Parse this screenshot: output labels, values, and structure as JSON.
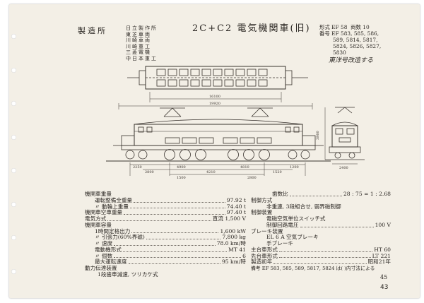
{
  "manufacturer_label": "製造所",
  "manufacturers": [
    "日立製作所",
    "東芝車両",
    "川崎車両",
    "川崎重工",
    "三菱電機",
    "中日本重工"
  ],
  "title": "2C+C2 電気機関車(旧)",
  "model": {
    "type_label": "形式",
    "type_value": "EF 58",
    "count_label": "両数",
    "count_value": "10",
    "number_label": "番号",
    "numbers": [
      "EF 583, 585, 586,",
      "589, 5814, 5817,",
      "5824, 5826, 5827,",
      "5830"
    ]
  },
  "handwritten_note": "東洋号改造する",
  "dimensions": {
    "top_width": "19920",
    "plan_length": "16100",
    "side_a": "2250",
    "side_b": "4900",
    "side_c": "4810",
    "side_d": "1200",
    "side_e": "2800",
    "side_f": "4210",
    "side_g": "1520",
    "side_h": "1500",
    "side_i": "2800",
    "end_height": "3860",
    "end_width": "2400"
  },
  "specs_left": [
    {
      "label": "機関車重量",
      "value": ""
    },
    {
      "label": "運転整備全重量",
      "value": "97.92 t"
    },
    {
      "label": "〃 動輪上重量",
      "value": "74.40 t"
    },
    {
      "label": "機関車空車重量",
      "value": "97.40 t"
    },
    {
      "label": "電気方式",
      "value": "直流 1,500 V"
    },
    {
      "label": "機関車容量",
      "value": ""
    },
    {
      "label": "1時間定格出力",
      "value": "1,600 kW"
    },
    {
      "label": "〃 引張力(60%界磁)",
      "value": "7,800 kg"
    },
    {
      "label": "〃 速度",
      "value": "78.0 km/時"
    },
    {
      "label": "電動機形式",
      "value": "MT 41"
    },
    {
      "label": "〃 個数",
      "value": "6"
    },
    {
      "label": "最大運転速度",
      "value": "95 km/時"
    },
    {
      "label": "動力伝達装置",
      "value": ""
    },
    {
      "label": "1段歯車減速, ツリカケ式",
      "value": ""
    }
  ],
  "specs_right": [
    {
      "label": "歯数比",
      "value": "28 : 75 = 1 : 2.68"
    },
    {
      "label": "制御方式",
      "value": ""
    },
    {
      "label": "非重連, 3段組合せ, 弱界磁制御",
      "value": ""
    },
    {
      "label": "制御装置",
      "value": ""
    },
    {
      "label": "電磁空気単位スイッチ式",
      "value": ""
    },
    {
      "label": "制御回路電圧",
      "value": "100 V"
    },
    {
      "label": "ブレーキ装置",
      "value": ""
    },
    {
      "label": "EL 6 A 空気ブレーキ",
      "value": ""
    },
    {
      "label": "手ブレーキ",
      "value": ""
    },
    {
      "label": "主台車形式",
      "value": "HT 60"
    },
    {
      "label": "先台車形式",
      "value": "LT 221"
    },
    {
      "label": "製造初年",
      "value": "昭和21年"
    },
    {
      "label": "備考 EF 583, 585, 589, 5817, 5824 は( )内寸法による",
      "value": ""
    }
  ],
  "page_old": "45",
  "page_new": "43"
}
